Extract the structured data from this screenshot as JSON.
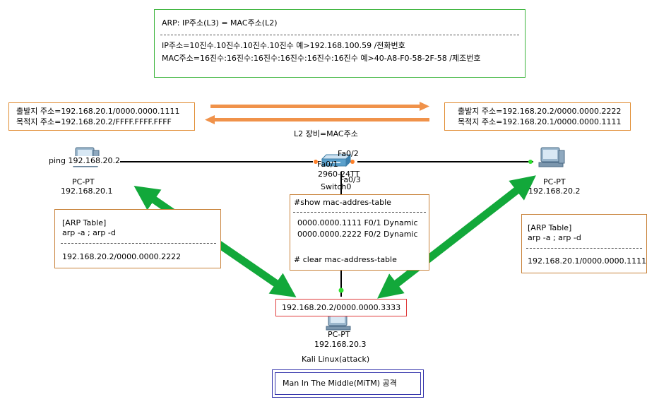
{
  "arp_box": {
    "line1": "ARP: IP주소(L3) = MAC주소(L2)",
    "line2": "IP주소=10진수.10진수.10진수.10진수  예>192.168.100.59  /전화번호",
    "line3": "MAC주소=16진수:16진수:16진수:16진수:16진수:16진수  예>40-A8-F0-58-2F-58  /제조번호"
  },
  "frame_left": {
    "src": "출발지 주소=192.168.20.1/0000.0000.1111",
    "dst": "목적지 주소=192.168.20.2/FFFF.FFFF.FFFF"
  },
  "frame_right": {
    "src": "출발지 주소=192.168.20.2/0000.0000.2222",
    "dst": "목적지 주소=192.168.20.1/0000.0000.1111"
  },
  "l2_label": "L2 장비=MAC주소",
  "switch": {
    "port_fa02": "Fa0/2",
    "port_fa01": "Fa0/1",
    "port_fa03": "Fa0/3",
    "model": "2960-24TT",
    "name": "Switch0"
  },
  "pc1": {
    "ping": "ping 192.168.20.2",
    "type": "PC-PT",
    "ip": "192.168.20.1"
  },
  "pc2": {
    "type": "PC-PT",
    "ip": "192.168.20.2"
  },
  "pc3": {
    "type": "PC-PT",
    "ip": "192.168.20.3",
    "label": "Kali Linux(attack)",
    "addr": "192.168.20.2/0000.0000.3333"
  },
  "arp_left": {
    "title": "[ARP Table]",
    "cmd": "arp -a ; arp -d",
    "entry": "192.168.20.2/0000.0000.2222"
  },
  "arp_right": {
    "title": "[ARP Table]",
    "cmd": "arp -a ; arp -d",
    "entry": "192.168.20.1/0000.0000.1111"
  },
  "mac_table": {
    "cmd": "#show mac-addres-table",
    "row1": "0000.0000.1111  F0/1  Dynamic",
    "row2": "0000.0000.2222  F0/2  Dynamic",
    "clear": "# clear mac-address-table"
  },
  "mitm": "Man In The Middle(MiTM) 공격",
  "colors": {
    "orange_arrow": "#f0924a",
    "green_arrow": "#12a83a",
    "cable": "#000000"
  }
}
